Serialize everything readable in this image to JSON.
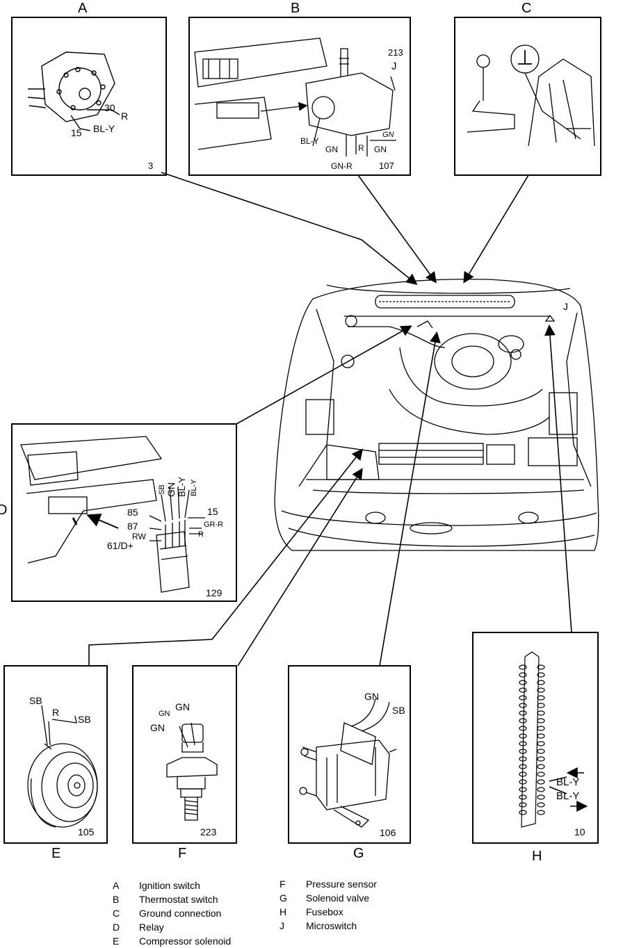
{
  "panels": [
    {
      "letter": "A",
      "ref": "3"
    },
    {
      "letter": "B",
      "ref": "107"
    },
    {
      "letter": "C",
      "ref": ""
    },
    {
      "letter": "D",
      "ref": "129"
    },
    {
      "letter": "E",
      "ref": "105"
    },
    {
      "letter": "F",
      "ref": "223"
    },
    {
      "letter": "G",
      "ref": "106"
    },
    {
      "letter": "H",
      "ref": "10"
    }
  ],
  "panel_a": {
    "terminal_30": "30",
    "wire_r": "R",
    "terminal_15": "15",
    "wire_bly": "BL-Y"
  },
  "panel_b": {
    "ref_213": "213",
    "j": "J",
    "bly": "BL-Y",
    "gn_left": "GN",
    "gnr": "GN-R",
    "r": "R",
    "gn_right": "GN",
    "gn_top": "GN"
  },
  "panel_d": {
    "t85": "85",
    "t87": "87",
    "rw": "RW",
    "t61": "61/D+",
    "sb": "SB",
    "gn": "GN",
    "bly1": "BL-Y",
    "bly2": "BL-Y",
    "t15": "15",
    "grr": "GR-R",
    "r": "R"
  },
  "panel_e": {
    "sb1": "SB",
    "r": "R",
    "sb2": "SB"
  },
  "panel_f": {
    "gn1": "GN",
    "gn2": "GN",
    "gn3": "GN"
  },
  "panel_g": {
    "gn": "GN",
    "sb": "SB"
  },
  "panel_h": {
    "bly1": "BL-Y",
    "bly2": "BL-Y"
  },
  "main": {
    "j": "J"
  },
  "legend": {
    "left": [
      {
        "key": "A",
        "label": "Ignition switch"
      },
      {
        "key": "B",
        "label": "Thermostat switch"
      },
      {
        "key": "C",
        "label": "Ground connection"
      },
      {
        "key": "D",
        "label": "Relay"
      },
      {
        "key": "E",
        "label": "Compressor solenoid"
      }
    ],
    "right": [
      {
        "key": "F",
        "label": "Pressure sensor"
      },
      {
        "key": "G",
        "label": "Solenoid valve"
      },
      {
        "key": "H",
        "label": "Fusebox"
      },
      {
        "key": "J",
        "label": "Microswitch"
      }
    ]
  }
}
